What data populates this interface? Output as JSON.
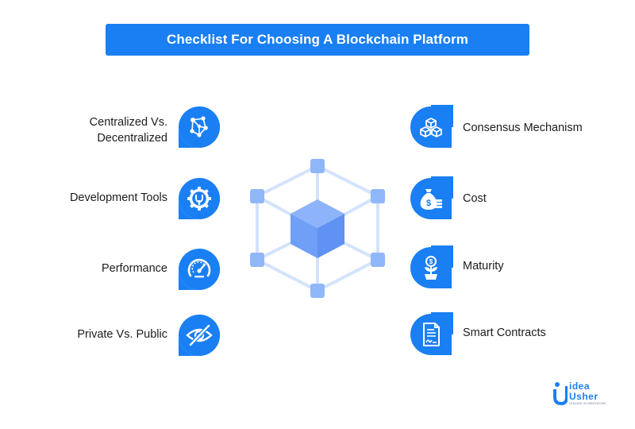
{
  "title": "Checklist For Choosing A Blockchain Platform",
  "colors": {
    "primary": "#1a7ff3",
    "network_line": "#c9dcfb",
    "node": "#8fb7fa",
    "cube": "#6d9ff7"
  },
  "left_items": [
    {
      "line1": "Centralized Vs.",
      "line2": "Decentralized",
      "icon": "network-icon"
    },
    {
      "line1": "Development Tools",
      "icon": "gear-wrench-icon"
    },
    {
      "line1": "Performance",
      "icon": "speedometer-icon"
    },
    {
      "line1": "Private Vs. Public",
      "icon": "eye-slash-icon"
    }
  ],
  "right_items": [
    {
      "line1": "Consensus Mechanism",
      "icon": "blocks-icon"
    },
    {
      "line1": "Cost",
      "icon": "money-bag-icon"
    },
    {
      "line1": "Maturity",
      "icon": "growing-plant-icon"
    },
    {
      "line1": "Smart Contracts",
      "icon": "contract-document-icon"
    }
  ],
  "logo": {
    "word1": "idea",
    "word2": "Usher",
    "tagline": "LEADING IN INNOVATION"
  }
}
